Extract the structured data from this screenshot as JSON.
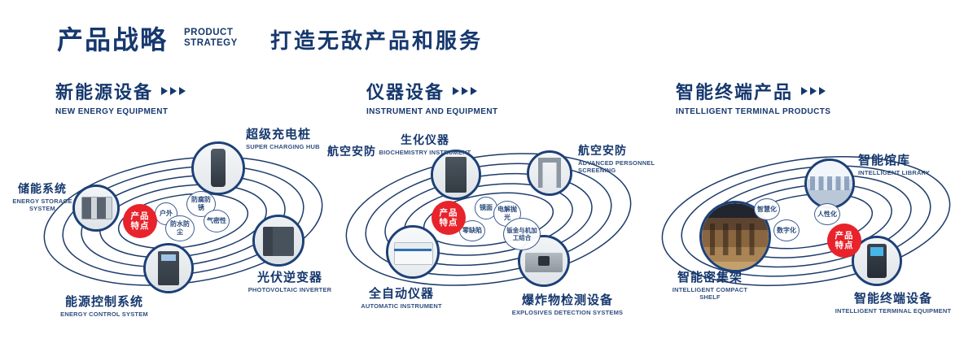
{
  "header": {
    "title": "产品战略",
    "subtitle_en": [
      "PRODUCT",
      "STRATEGY"
    ],
    "slogan": "打造无敌产品和服务"
  },
  "badge": {
    "lines": [
      "产品",
      "特点"
    ]
  },
  "colors": {
    "navy": "#16386e",
    "red": "#e8232b",
    "ring": "#1d3c6a"
  },
  "sections": [
    {
      "title": "新能源设备",
      "subtitle": "NEW ENERGY EQUIPMENT",
      "nodes": [
        {
          "label": "储能系统",
          "sublabel": "ENERGY STORAGE SYSTEM"
        },
        {
          "label": "超级充电桩",
          "sublabel": "SUPER CHARGING HUB"
        },
        {
          "label": "光伏逆变器",
          "sublabel": "PHOTOVOLTAIC INVERTER"
        },
        {
          "label": "能源控制系统",
          "sublabel": "ENERGY CONTROL SYSTEM"
        }
      ],
      "features": [
        "户外",
        "防腐防锈",
        "防水防尘",
        "气密性"
      ]
    },
    {
      "title": "仪器设备",
      "subtitle": "INSTRUMENT AND EQUIPMENT",
      "side_label": "航空安防",
      "nodes": [
        {
          "label": "生化仪器",
          "sublabel": "BIOCHEMISTRY INSTRUMENT"
        },
        {
          "label": "航空安防",
          "sublabel": "ADVANCED PERSONNEL SCREENING"
        },
        {
          "label": "全自动仪器",
          "sublabel": "AUTOMATIC INSTRUMENT"
        },
        {
          "label": "爆炸物检测设备",
          "sublabel": "EXPLOSIVES DETECTION SYSTEMS"
        }
      ],
      "features": [
        "镜面",
        "电解抛光",
        "零缺陷",
        "钣金与机加工结合"
      ]
    },
    {
      "title": "智能终端产品",
      "subtitle": "INTELLIGENT TERMINAL PRODUCTS",
      "nodes": [
        {
          "label": "智能馆库",
          "sublabel": "INTELLIGENT LIBRARY"
        },
        {
          "label": "智能密集架",
          "sublabel": "INTELLIGENT COMPACT SHELF"
        },
        {
          "label": "智能终端设备",
          "sublabel": "INTELLIGENT TERMINAL EQUIPMENT"
        }
      ],
      "features": [
        "智慧化",
        "人性化",
        "数字化"
      ]
    }
  ]
}
